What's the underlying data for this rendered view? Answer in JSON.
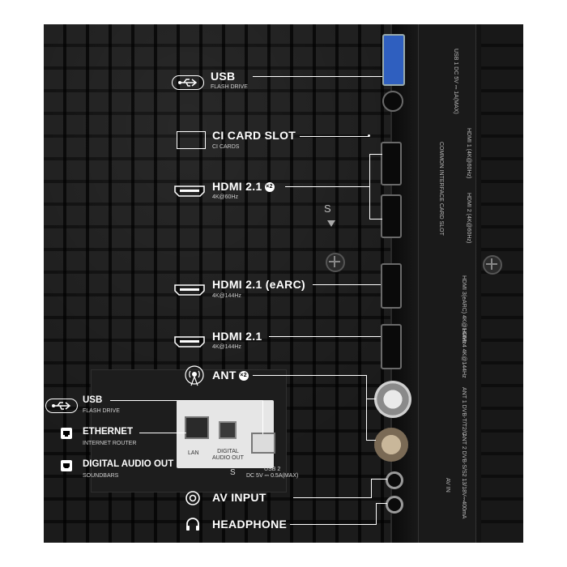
{
  "callouts": {
    "usb_top": {
      "title": "USB",
      "sub": "FLASH DRIVE"
    },
    "ci": {
      "title": "CI CARD SLOT",
      "sub": "CI CARDS"
    },
    "hdmi1": {
      "title": "HDMI 2.1",
      "badge": "×2",
      "sub": "4K@60Hz"
    },
    "hdmi2": {
      "title": "HDMI 2.1 (eARC)",
      "sub": "4K@144Hz"
    },
    "hdmi3": {
      "title": "HDMI 2.1",
      "sub": "4K@144Hz"
    },
    "ant": {
      "title": "ANT",
      "badge": "×2"
    },
    "usb_bottom": {
      "title": "USB",
      "sub": "FLASH DRIVE"
    },
    "ethernet": {
      "title": "ETHERNET",
      "sub": "INTERNET ROUTER"
    },
    "digital_audio": {
      "title": "DIGITAL AUDIO OUT",
      "sub": "SOUNDBARS"
    },
    "av_input": {
      "title": "AV INPUT"
    },
    "headphone": {
      "title": "HEADPHONE"
    }
  },
  "device_labels": {
    "s_top": "S",
    "lan": "LAN",
    "digital_audio_out": "DIGITAL\nAUDIO OUT",
    "s_lower": "S",
    "usb2": "USB 2\nDC 5V ⎓ 0.5A(MAX)",
    "usb1_side": "USB 1\nDC 5V ⎓ 1A(MAX)",
    "common_interface": "COMMON INTERFACE\nCARD SLOT",
    "hdmi1_side": "HDMI 1 (4K@60Hz)",
    "hdmi2_side": "HDMI 2 (4K@60Hz)",
    "hdmi3_side": "HDMI 3(eARC)\n4K@144Hz",
    "hdmi4_side": "HDMI 4\n4K@144Hz",
    "ant1_side": "ANT 1\nDVB-T/T2/C",
    "ant2_side": "ANT 2\nDVB-S/S2\n13/18V⎓400mA",
    "av_in_side": "AV IN"
  },
  "icons": [
    "usb-icon",
    "ci-card-icon",
    "hdmi-icon",
    "antenna-icon",
    "ethernet-icon",
    "optical-icon",
    "av-input-icon",
    "headphone-icon"
  ],
  "colors": {
    "background": "#ffffff",
    "panel": "#141414",
    "accent_usb": "#2f5fbf",
    "text": "#ffffff"
  }
}
